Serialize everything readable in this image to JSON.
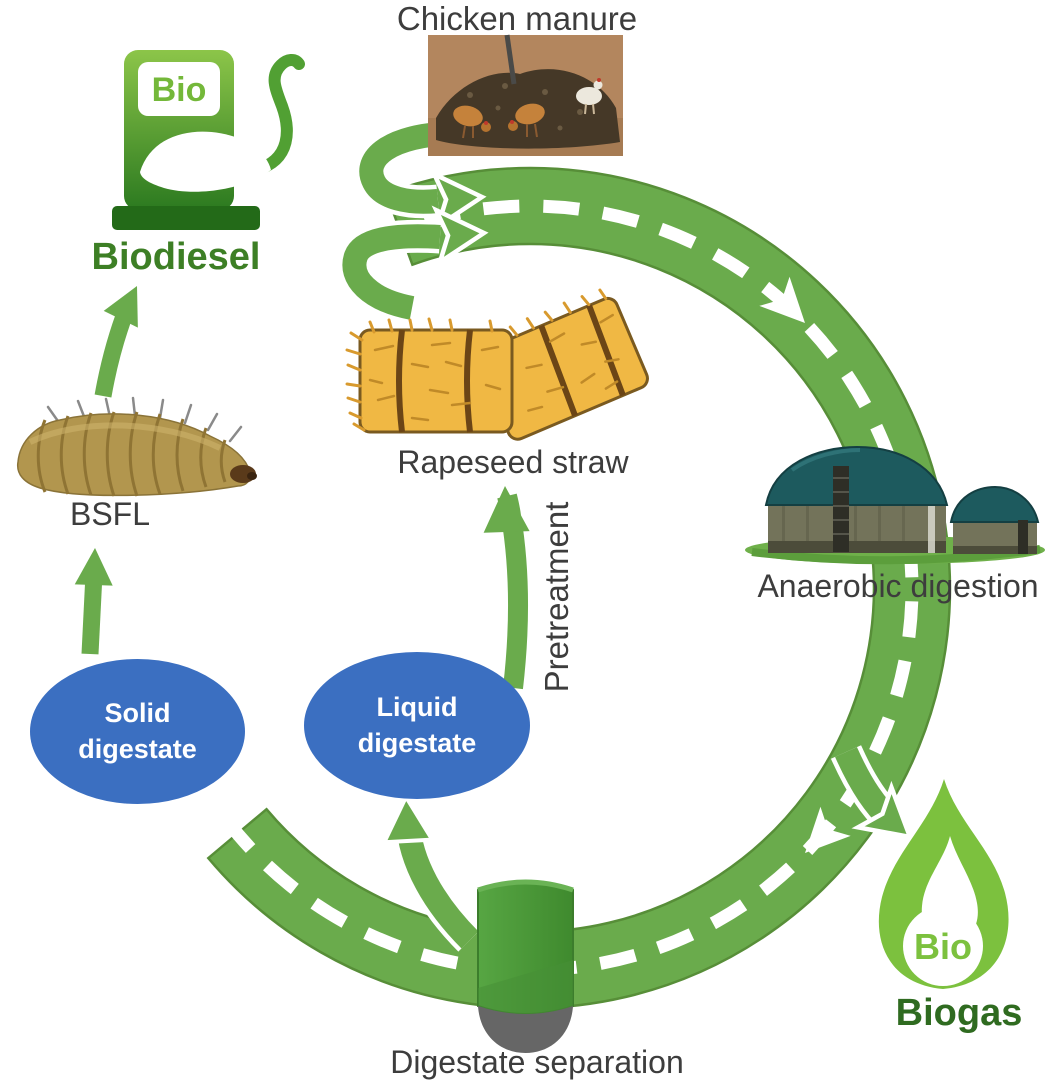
{
  "figure": {
    "type": "circular-process-diagram",
    "nodes": {
      "chicken_manure": {
        "label": "Chicken manure"
      },
      "rapeseed_straw": {
        "label": "Rapeseed straw"
      },
      "pretreatment": {
        "label": "Pretreatment"
      },
      "anaerobic_digestion": {
        "label": "Anaerobic digestion"
      },
      "biogas": {
        "label": "Biogas",
        "badge": "Bio"
      },
      "digestate_separation": {
        "label": "Digestate separation"
      },
      "liquid_digestate": {
        "line1": "Liquid",
        "line2": "digestate"
      },
      "solid_digestate": {
        "line1": "Solid",
        "line2": "digestate"
      },
      "bsfl": {
        "label": "BSFL"
      },
      "biodiesel": {
        "label": "Biodiesel",
        "badge": "Bio"
      }
    },
    "flows": [
      {
        "from": "chicken_manure",
        "to": "cycle-path"
      },
      {
        "from": "rapeseed_straw",
        "to": "cycle-path"
      },
      {
        "from": "cycle-path",
        "to": "anaerobic_digestion"
      },
      {
        "from": "anaerobic_digestion",
        "to": "biogas"
      },
      {
        "from": "cycle-path",
        "to": "digestate_separation"
      },
      {
        "from": "digestate_separation",
        "to": "liquid_digestate"
      },
      {
        "from": "liquid_digestate",
        "to": "rapeseed_straw",
        "via": "pretreatment"
      },
      {
        "from": "digestate_separation",
        "to": "solid_digestate"
      },
      {
        "from": "solid_digestate",
        "to": "bsfl"
      },
      {
        "from": "bsfl",
        "to": "biodiesel"
      }
    ],
    "colors": {
      "cycle_green": "#6aab4c",
      "cycle_edge": "#578e38",
      "node_blue": "#3b6fc1",
      "label_gray": "#3d3d3d",
      "brand_green": "#3d7f25",
      "brand_green_dark": "#2f6b20",
      "flame_green": "#7cc13e",
      "bio_badge_green": "#74b83a",
      "straw_yellow": "#f0b844",
      "digester_dome_teal": "#1d5a5e",
      "cylinder_green": "#4f9e3c"
    }
  }
}
